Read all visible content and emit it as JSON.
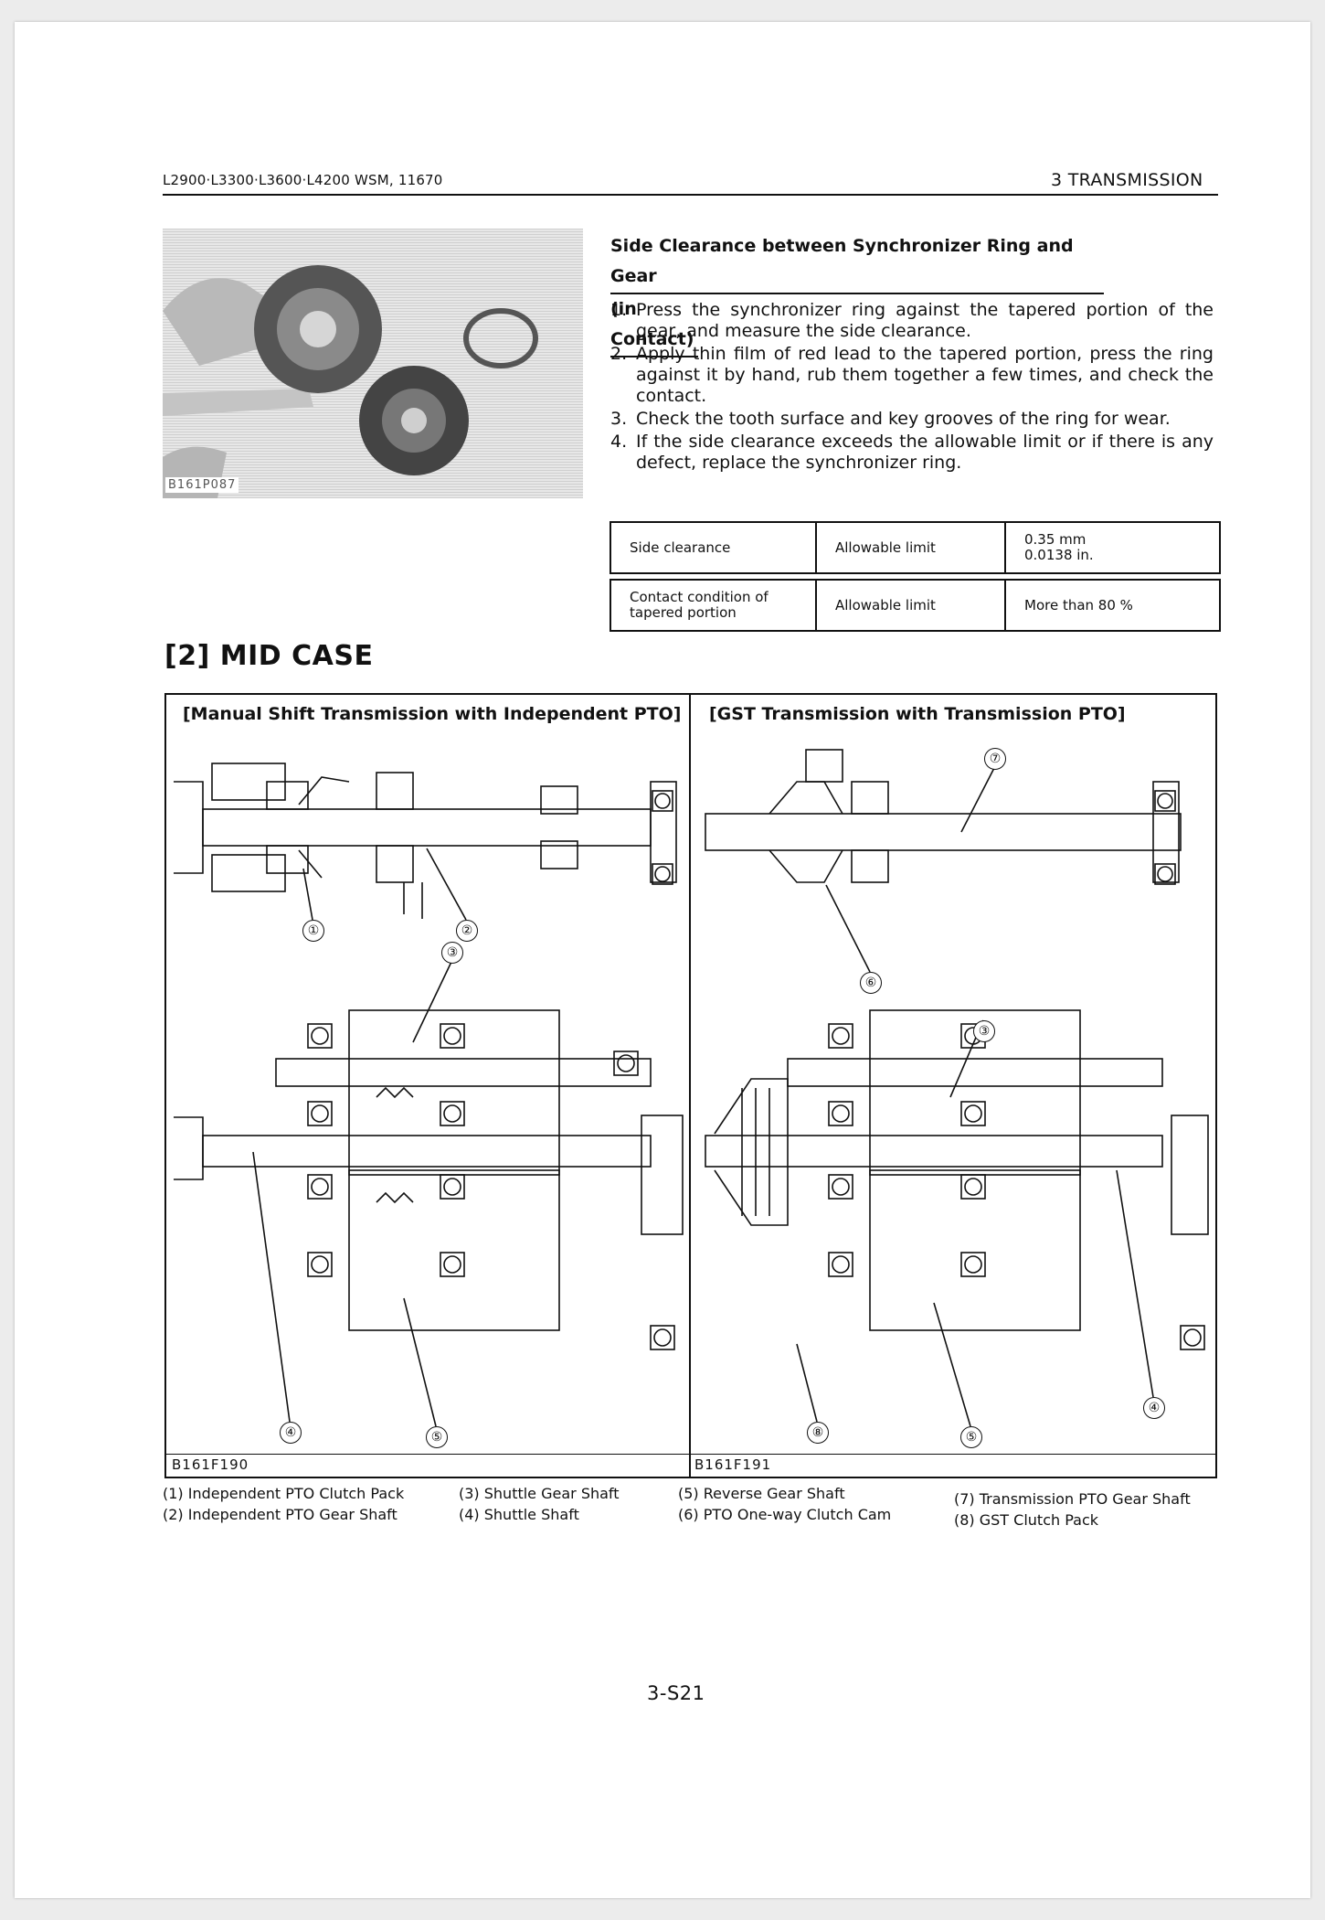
{
  "header": {
    "model_ref": "L2900·L3300·L3600·L4200  WSM, 11670",
    "chapter": "3 TRANSMISSION"
  },
  "photo": {
    "code": "B161P087"
  },
  "section": {
    "title_line1": "Side Clearance between Synchronizer Ring and Gear",
    "title_line2": "(in Contact)",
    "steps": [
      {
        "num": "1.",
        "text": "Press the synchronizer ring against the tapered portion of the gear, and measure the side clearance."
      },
      {
        "num": "2.",
        "text": "Apply thin film of red lead to the tapered portion, press the ring against it by hand, rub them together a few times, and check the contact."
      },
      {
        "num": "3.",
        "text": "Check the tooth surface and key grooves of the ring for wear."
      },
      {
        "num": "4.",
        "text": "If the side clearance exceeds the allowable limit or if there is any defect, replace the synchronizer ring."
      }
    ]
  },
  "spec_tables": [
    {
      "item": "Side clearance",
      "limit_type": "Allowable limit",
      "value_mm": "0.35 mm",
      "value_in": "0.0138 in."
    },
    {
      "item": "Contact condition of tapered portion",
      "limit_type": "Allowable limit",
      "value": "More than 80 %"
    }
  ],
  "mid_case": {
    "heading": "[2]  MID CASE",
    "left_title": "[Manual Shift Transmission with Independent PTO]",
    "right_title": "[GST Transmission with Transmission PTO]",
    "left_code": "B161F190",
    "right_code": "B161F191",
    "callouts": {
      "c1": "①",
      "c2": "②",
      "c3": "③",
      "c4": "④",
      "c5": "⑤",
      "c6": "⑥",
      "c7": "⑦",
      "c8": "⑧"
    }
  },
  "legend": [
    {
      "text": "(1)  Independent PTO Clutch Pack"
    },
    {
      "text": "(2)  Independent PTO Gear Shaft"
    },
    {
      "text": "(3)  Shuttle Gear Shaft"
    },
    {
      "text": "(4)  Shuttle Shaft"
    },
    {
      "text": "(5)  Reverse Gear Shaft"
    },
    {
      "text": "(6)  PTO One-way Clutch Cam"
    },
    {
      "text": "(7)  Transmission PTO Gear Shaft"
    },
    {
      "text": "(8)  GST Clutch Pack"
    }
  ],
  "page_number": "3-S21"
}
